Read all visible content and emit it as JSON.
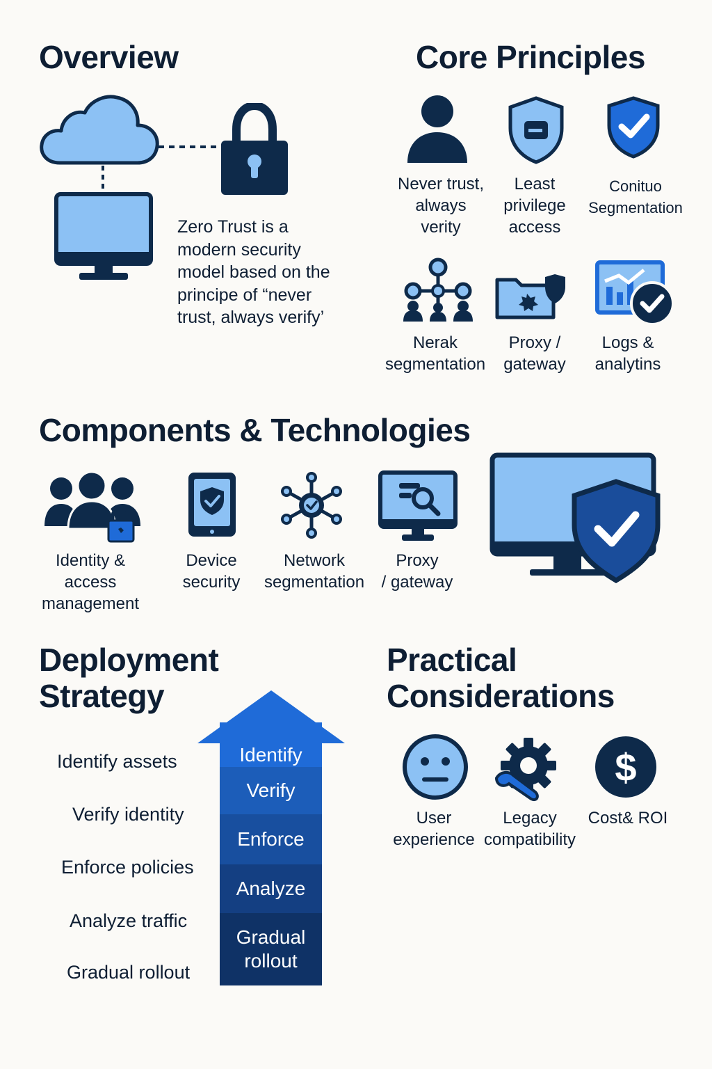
{
  "overview": {
    "title": "Overview",
    "description": "Zero Trust is a modern security model based on the principe of “never trust, always verify’"
  },
  "core_principles": {
    "title": "Core Principles",
    "items": [
      {
        "label": "Never trust,\nalways\nverity",
        "icon": "person-icon"
      },
      {
        "label": "Least\nprivilege\naccess",
        "icon": "shield-badge-icon"
      },
      {
        "label": "Conituo\nSegmentation",
        "icon": "shield-check-icon"
      },
      {
        "label": "Nerak\nsegmentation",
        "icon": "network-tree-icon"
      },
      {
        "label": "Proxy /\ngateway",
        "icon": "folder-shield-icon"
      },
      {
        "label": "Logs &\nanalytins",
        "icon": "analytics-check-icon"
      }
    ]
  },
  "components": {
    "title": "Components & Technologies",
    "items": [
      {
        "label": "Identity &\naccess\nmanagement",
        "icon": "users-lock-icon"
      },
      {
        "label": "Device\nsecurity",
        "icon": "tablet-shield-icon"
      },
      {
        "label": "Network\nsegmentation",
        "icon": "network-hub-icon"
      },
      {
        "label": "Proxy\n/ gateway",
        "icon": "monitor-search-icon"
      }
    ]
  },
  "deployment": {
    "title": "Deployment\nStrategy",
    "steps": [
      {
        "label": "Identify assets",
        "stage": "Identify",
        "color": "#1f6bd8"
      },
      {
        "label": "Verify identity",
        "stage": "Verify",
        "color": "#1c5db9"
      },
      {
        "label": "Enforce policies",
        "stage": "Enforce",
        "color": "#184f9f"
      },
      {
        "label": "Analyze traffic",
        "stage": "Analyze",
        "color": "#143f82"
      },
      {
        "label": "Gradual rollout",
        "stage": "Gradual\nrollout",
        "color": "#0f3266"
      }
    ]
  },
  "practical": {
    "title": "Practical\nConsiderations",
    "items": [
      {
        "label": "User\nexperience",
        "icon": "neutral-face-icon"
      },
      {
        "label": "Legacy\ncompatibility",
        "icon": "gear-wrench-icon"
      },
      {
        "label": "Cost& ROI",
        "icon": "dollar-coin-icon"
      }
    ]
  },
  "colors": {
    "navy": "#0e2a4a",
    "light_blue": "#8cc1f4",
    "accent_blue": "#1f6bd8"
  }
}
